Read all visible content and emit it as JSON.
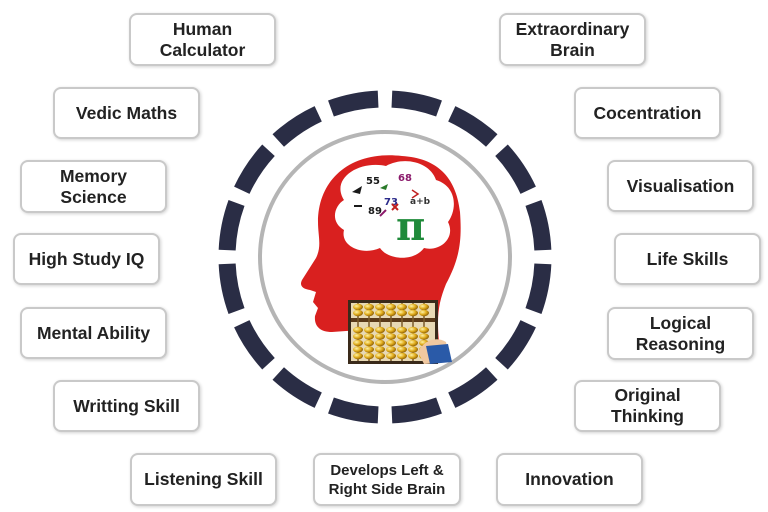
{
  "skills": {
    "human_calculator": "Human\nCalculator",
    "vedic_maths": "Vedic Maths",
    "memory_science": "Memory\nScience",
    "high_study_iq": "High Study IQ",
    "mental_ability": "Mental Ability",
    "writting_skill": "Writting Skill",
    "listening_skill": "Listening Skill",
    "develops_brain": "Develops Left &\nRight Side Brain",
    "innovation": "Innovation",
    "original_thinking": "Original\nThinking",
    "logical_reasoning": "Logical\nReasoning",
    "life_skills": "Life Skills",
    "visualisation": "Visualisation",
    "cocentration": "Cocentration",
    "extraordinary_brain": "Extraordinary\nBrain"
  },
  "head": {
    "numbers": [
      "55",
      "68",
      "73",
      "89"
    ],
    "formula": "a+b",
    "pi": "π"
  },
  "colors": {
    "ring": "#2a2d45",
    "head": "#d9201f",
    "brain": "#ffffff",
    "pi": "#1f8a3a",
    "box_border": "#c9c9c9",
    "text": "#222222",
    "abacus_gold": "#d8a418"
  },
  "icons": {
    "center": "head-silhouette-icon",
    "tool": "abacus-icon"
  }
}
